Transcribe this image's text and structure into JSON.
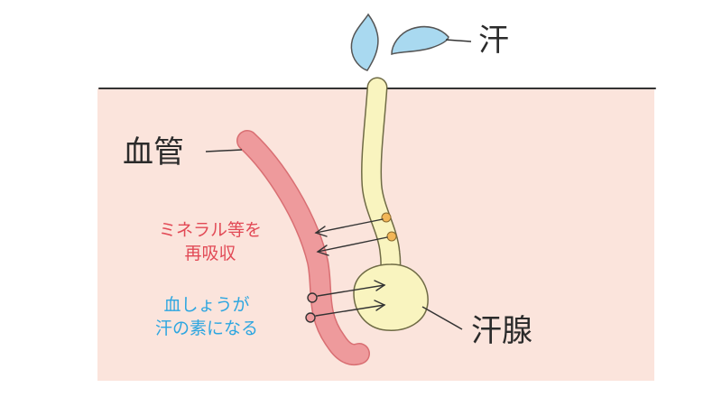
{
  "labels": {
    "sweat": "汗",
    "blood_vessel": "血管",
    "sweat_gland": "汗腺",
    "reabsorb_line1": "ミネラル等を",
    "reabsorb_line2": "再吸収",
    "plasma_line1": "血しょうが",
    "plasma_line2": "汗の素になる"
  },
  "colors": {
    "skin": "#fbe4dc",
    "vessel": "#ee9a9c",
    "vessel_stroke": "#d96f73",
    "gland": "#f9f4bf",
    "gland_stroke": "#8a8560",
    "drop": "#a9d9f0",
    "mineral": "#f2b657",
    "reabsorb_text": "#e24a56",
    "plasma_text": "#2da6e0",
    "ink": "#333333"
  },
  "icons": {
    "sweat_drops": "droplet-icon",
    "minerals": "particle-icon",
    "arrows": "arrow-icon"
  }
}
